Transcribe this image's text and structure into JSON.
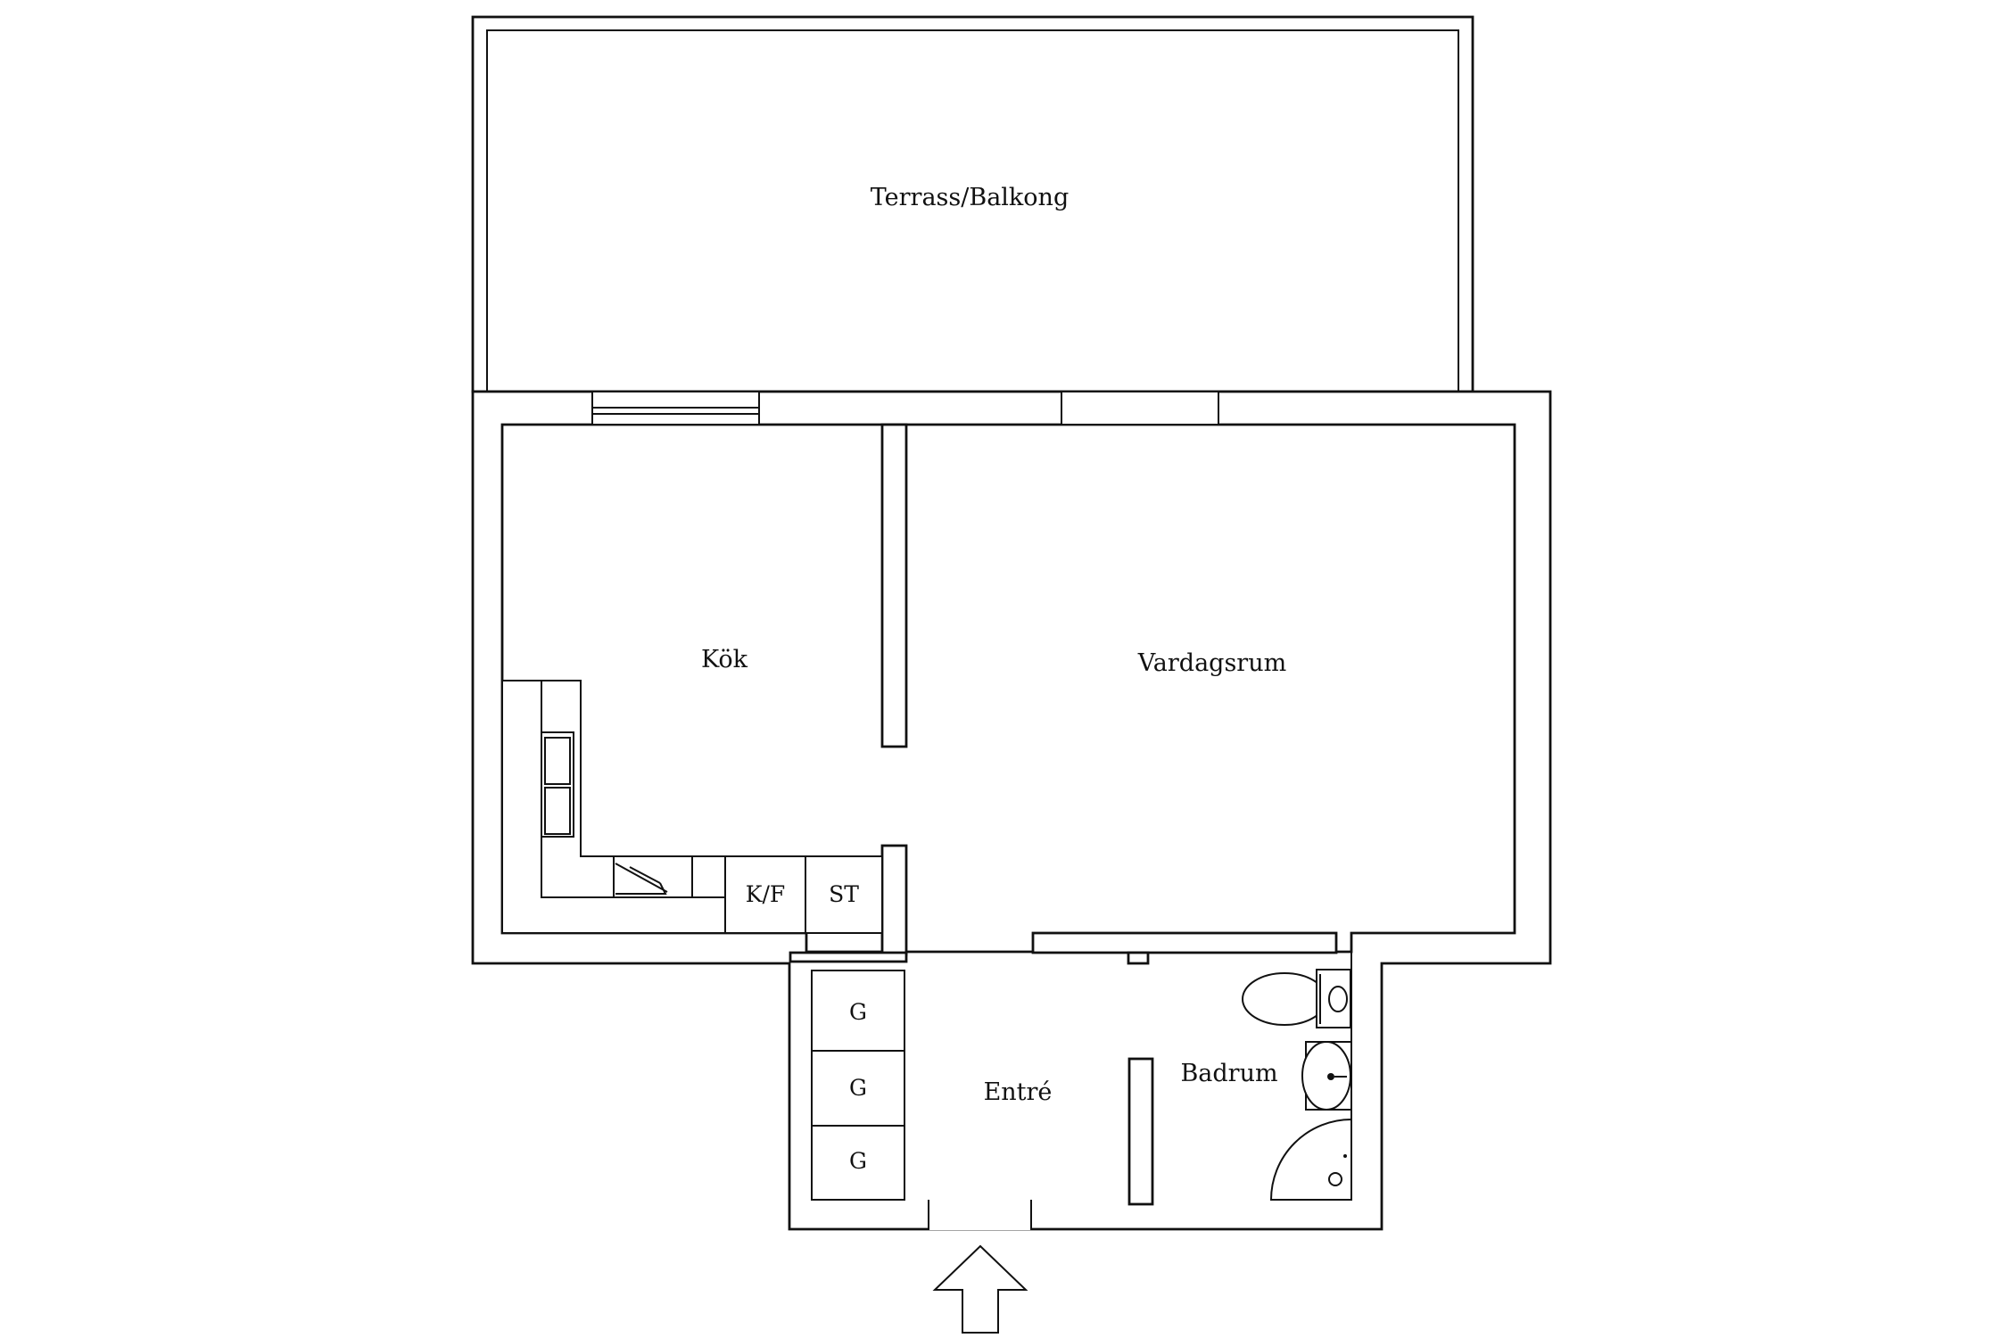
{
  "rooms": {
    "terrace": "Terrass/Balkong",
    "kitchen": "Kök",
    "living": "Vardagsrum",
    "entrance": "Entré",
    "bathroom": "Badrum"
  },
  "appliances": {
    "fridge_freezer": "K/F",
    "stove": "ST",
    "wardrobe_1": "G",
    "wardrobe_2": "G",
    "wardrobe_3": "G"
  },
  "icons": {
    "entrance_arrow": "entrance-arrow-icon",
    "sink": "double-sink-icon",
    "dishwasher": "dishwasher-icon",
    "toilet": "toilet-icon",
    "washbasin": "washbasin-icon",
    "shower": "shower-icon"
  },
  "colors": {
    "line": "#111111",
    "background": "#ffffff"
  }
}
